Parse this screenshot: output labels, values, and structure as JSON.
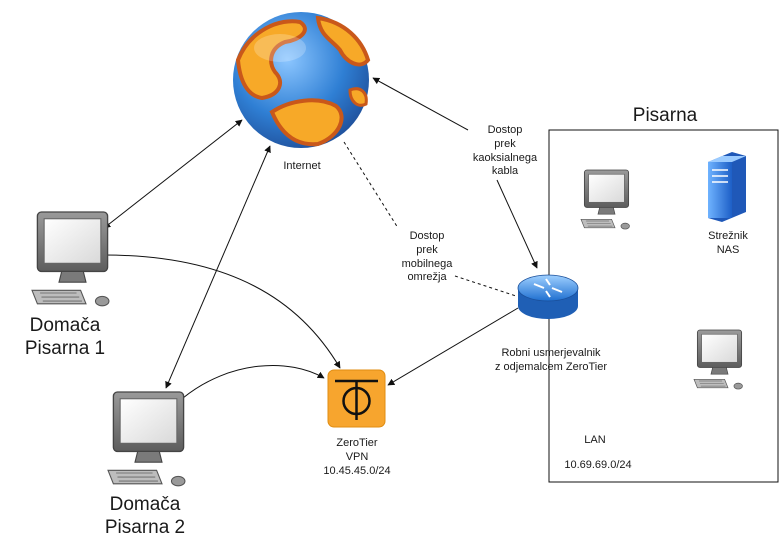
{
  "diagram": {
    "internet_label": "Internet",
    "office": {
      "title": "Pisarna",
      "server_label": "Strežnik\nNAS",
      "lan_label": "LAN",
      "lan_subnet": "10.69.69.0/24"
    },
    "router_label": "Robni usmerjevalnik\nz odjemalcem ZeroTier",
    "zerotier_label": "ZeroTier\nVPN\n10.45.45.0/24",
    "home_office_1_label": "Domača\nPisarna 1",
    "home_office_2_label": "Domača\nPisarna 2",
    "coax_access_label": "Dostop\nprek\nkaoksialnega\nkabla",
    "mobile_access_label": "Dostop\nprek\nmobilnega\nomrežja"
  },
  "colors": {
    "globe_ocean": "#2f7fd4",
    "globe_land": "#f7a928",
    "globe_land_dark": "#c9581a",
    "zerotier_orange": "#f7a52e",
    "router_blue": "#2f8fe0",
    "server_blue": "#2b7fe6",
    "line": "#111111"
  },
  "icons": [
    "globe-icon",
    "desktop-computer-icon",
    "server-icon",
    "router-icon",
    "zerotier-logo-icon"
  ]
}
